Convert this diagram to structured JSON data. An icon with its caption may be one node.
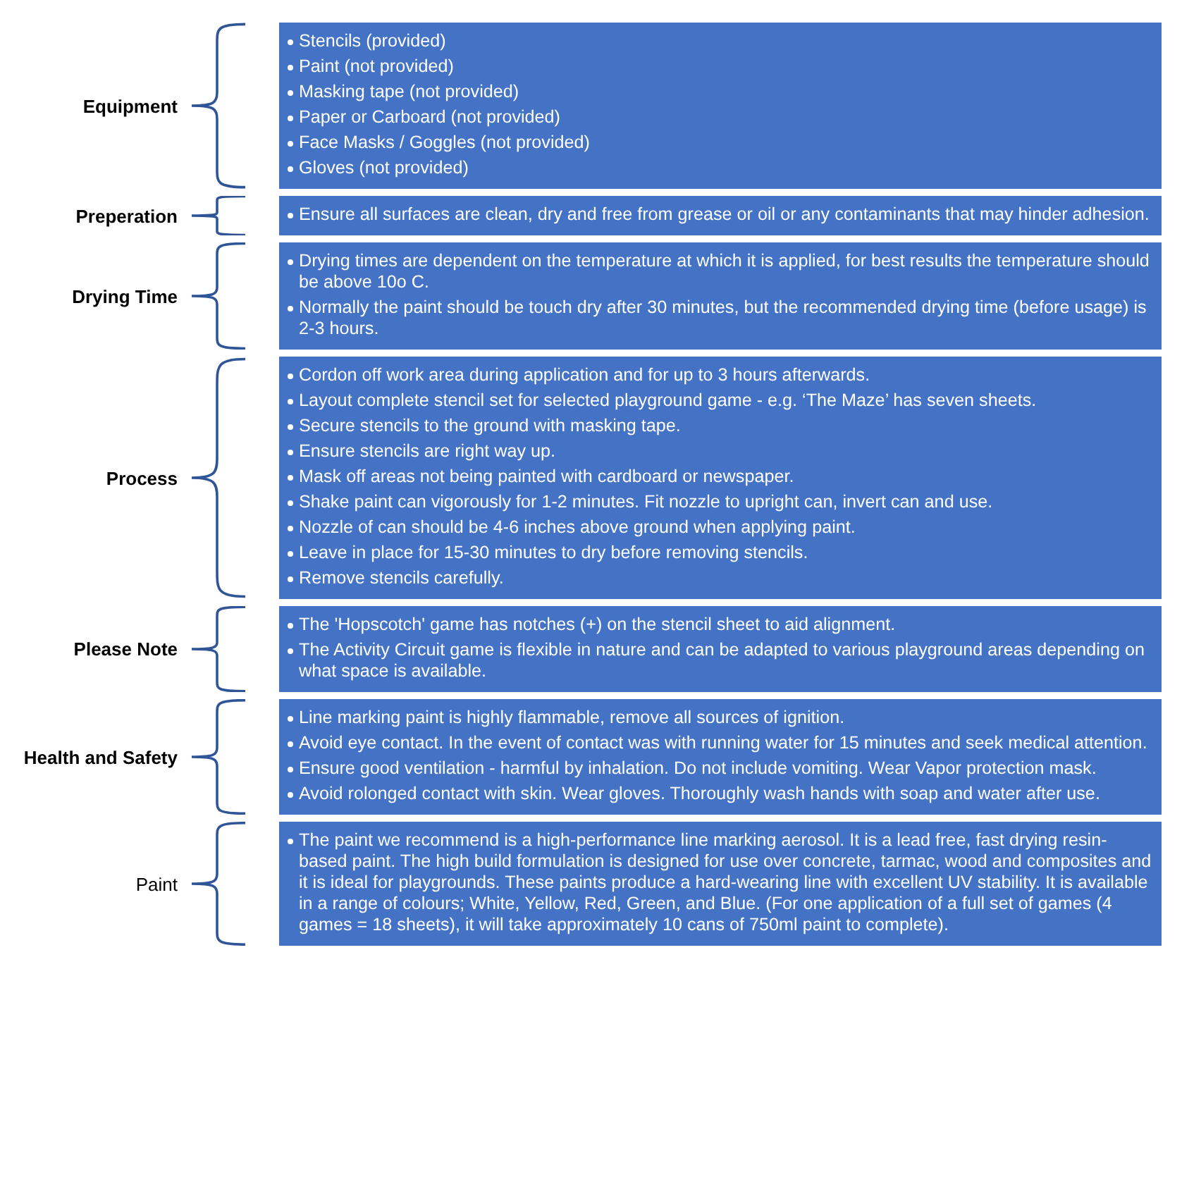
{
  "diagram": {
    "nodes": [
      {
        "text": [
          "Equipment",
          "Stencils (provided)",
          "Paint (not provided)",
          "Masking tape (not provided)",
          "Paper or Carboard (not provided)",
          "Face Masks / Goggles (not provided)",
          "Gloves (not provided)"
        ]
      },
      {
        "text": [
          "Preperation",
          "Ensure all surfaces are clean, dry and free from grease or oil or any contaminants that may hinder adhesion."
        ]
      },
      {
        "text": [
          "Drying Time",
          "Drying times are dependent on the temperature at which it is applied, for best results the temperature should be above 10o C.",
          "Normally the paint should be touch dry after 30 minutes, but the recommended drying time (before usage) is 2-3 hours."
        ]
      },
      {
        "text": [
          "Process",
          "Cordon off work area during application and for up to 3 hours afterwards.",
          "Layout complete stencil set for selected playground game - e.g. ‘The Maze’ has seven sheets.",
          "Secure stencils to the ground with masking tape.",
          "Ensure stencils are right way up.",
          "Mask off areas not being painted with cardboard or newspaper.",
          "Shake paint can vigorously for 1-2 minutes. Fit nozzle to upright can, invert can and use.",
          "Nozzle of can should be 4-6 inches above ground when applying paint.",
          "Leave in place for 15-30 minutes to dry before removing stencils.",
          "Remove stencils carefully."
        ]
      },
      {
        "text": [
          "Please Note",
          "The 'Hopscotch' game has notches (+) on the stencil sheet to aid alignment.",
          "The Activity Circuit game is flexible in nature and can be adapted to various playground areas depending on what space is available."
        ]
      },
      {
        "text": [
          "Health and Safety",
          "Line marking paint is highly flammable, remove all sources of ignition.",
          "Avoid eye contact. In the event of contact was with running water for 15 minutes and seek medical attention.",
          "Ensure good ventilation - harmful by inhalation. Do not include vomiting. Wear Vapor protection mask.",
          "Avoid rolonged contact with skin. Wear gloves. Thoroughly wash hands with soap and water after use."
        ]
      },
      {
        "text": [
          "Paint",
          "The paint we recommend is a high-performance line marking aerosol. It is a lead free, fast drying resin-based paint. The high build formulation is designed for use over concrete, tarmac, wood and composites and it is ideal for playgrounds. These paints produce a hard-wearing line with excellent UV stability. It is available in a range of colours; White, Yellow, Red, Green, and Blue. (For one application of a full set of games (4 games = 18 sheets), it will take approximately 10 cans of 750ml paint to complete)."
        ]
      }
    ]
  }
}
